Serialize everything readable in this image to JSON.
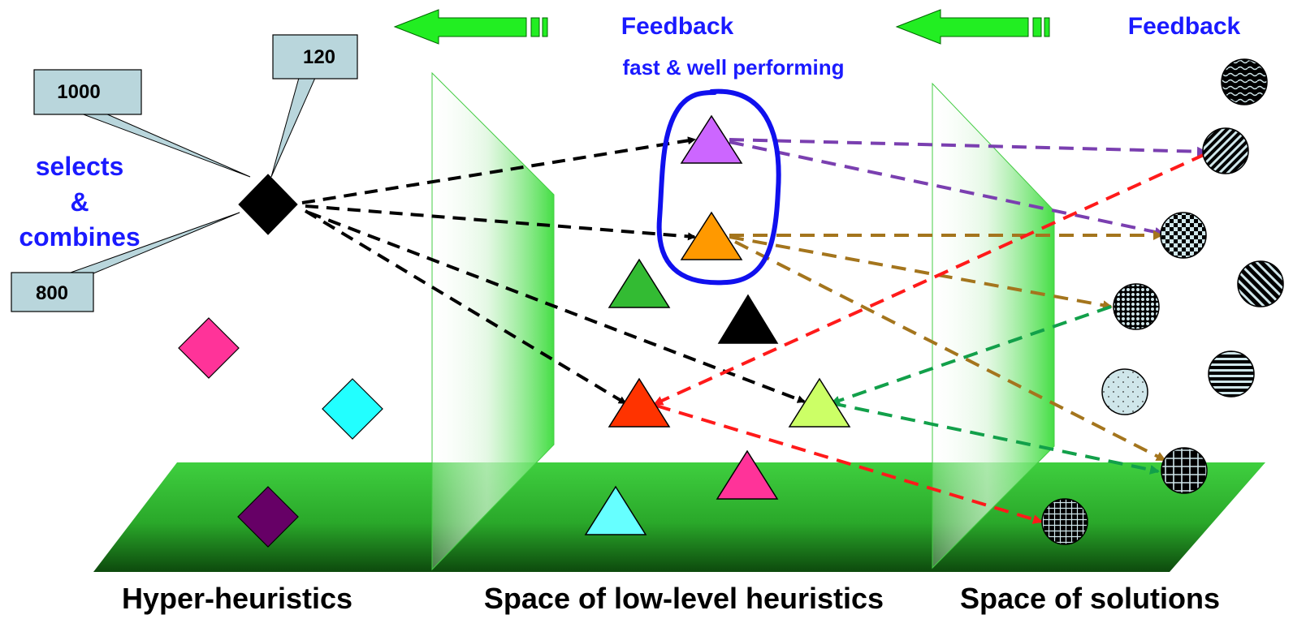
{
  "feedback_labels": [
    "Feedback",
    "Feedback"
  ],
  "performing_label": "fast & well performing",
  "selects_label": [
    "selects",
    "&",
    "combines"
  ],
  "callouts": [
    "1000",
    "120",
    "800"
  ],
  "section_titles": {
    "hyper": "Hyper-heuristics",
    "low_level": "Space of low-level heuristics",
    "solutions": "Space of solutions"
  },
  "colors": {
    "feedback_text": "#1a1aff",
    "arrow_green": "#22ee22",
    "floor_green": "#2db82d",
    "callout_fill": "#b9d6dc",
    "highlight_ellipse": "#1010ee"
  },
  "heuristics": [
    {
      "name": "violet-triangle",
      "color": "#cc66ff",
      "selected": true
    },
    {
      "name": "orange-triangle",
      "color": "#ff9900",
      "selected": true
    },
    {
      "name": "green-triangle",
      "color": "#33bb33",
      "selected": false
    },
    {
      "name": "black-triangle",
      "color": "#000000",
      "selected": false
    },
    {
      "name": "red-triangle",
      "color": "#ff3300",
      "selected": true
    },
    {
      "name": "lime-triangle",
      "color": "#ccff66",
      "selected": true
    },
    {
      "name": "pink-triangle",
      "color": "#ff3399",
      "selected": false
    },
    {
      "name": "cyan-triangle",
      "color": "#66ffff",
      "selected": false
    }
  ],
  "hyper_heuristics": [
    {
      "name": "black-diamond",
      "color": "#000000"
    },
    {
      "name": "pink-diamond",
      "color": "#ff3399"
    },
    {
      "name": "cyan-diamond",
      "color": "#22ffff"
    },
    {
      "name": "purple-diamond",
      "color": "#660066"
    }
  ]
}
